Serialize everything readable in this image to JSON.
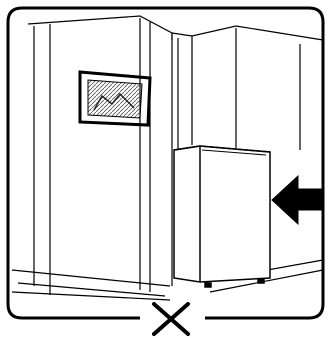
{
  "diagram": {
    "verdict_symbol": "✕",
    "frame_color": "#000000",
    "arrow_color": "#000000",
    "elements": {
      "picture_frame": "framed-picture",
      "appliance": "undercounter-appliance",
      "arrow": "push-arrow-left"
    }
  }
}
